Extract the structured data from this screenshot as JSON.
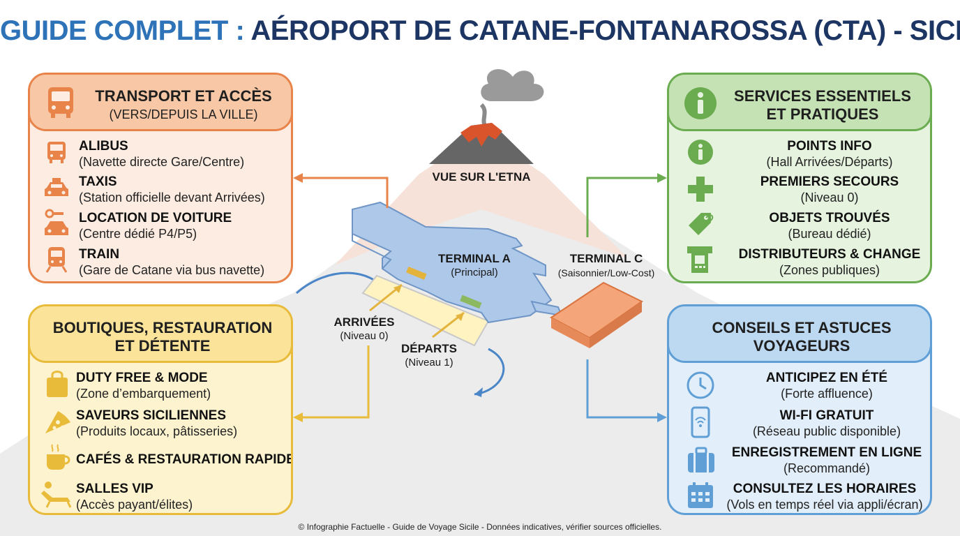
{
  "title": {
    "part1": "GUIDE COMPLET :",
    "part2": "AÉROPORT DE CATANE-FONTANAROSSA (CTA) - SICILE"
  },
  "transport": {
    "title": "TRANSPORT ET ACCÈS",
    "subtitle": "(VERS/DEPUIS LA VILLE)",
    "items": [
      {
        "name": "ALIBUS",
        "desc": "(Navette directe Gare/Centre)",
        "icon": "bus-icon"
      },
      {
        "name": "TAXIS",
        "desc": "(Station officielle devant Arrivées)",
        "icon": "taxi-icon"
      },
      {
        "name": "LOCATION DE VOITURE",
        "desc": "(Centre dédié P4/P5)",
        "icon": "car-key-icon"
      },
      {
        "name": "TRAIN",
        "desc": "(Gare de Catane via bus navette)",
        "icon": "train-icon"
      }
    ]
  },
  "services": {
    "title_line1": "SERVICES ESSENTIELS",
    "title_line2": "ET PRATIQUES",
    "items": [
      {
        "name": "POINTS INFO",
        "desc": "(Hall Arrivées/Départs)",
        "icon": "info-icon"
      },
      {
        "name": "PREMIERS SECOURS",
        "desc": "(Niveau 0)",
        "icon": "first-aid-icon"
      },
      {
        "name": "OBJETS TROUVÉS",
        "desc": "(Bureau dédié)",
        "icon": "tag-icon"
      },
      {
        "name": "DISTRIBUTEURS & CHANGE",
        "desc": "(Zones publiques)",
        "icon": "atm-icon"
      }
    ]
  },
  "shops": {
    "title_line1": "BOUTIQUES, RESTAURATION",
    "title_line2": "ET DÉTENTE",
    "items": [
      {
        "name": "DUTY FREE & MODE",
        "desc": "(Zone d’embarquement)",
        "icon": "shopping-bag-icon"
      },
      {
        "name": "SAVEURS SICILIENNES",
        "desc": "(Produits locaux, pâtisseries)",
        "icon": "pizza-icon"
      },
      {
        "name": "CAFÉS & RESTAURATION RAPIDE",
        "desc": "",
        "icon": "coffee-icon"
      },
      {
        "name": "SALLES VIP",
        "desc": "(Accès payant/élites)",
        "icon": "lounge-chair-icon"
      }
    ]
  },
  "tips": {
    "title_line1": "CONSEILS ET ASTUCES",
    "title_line2": "VOYAGEURS",
    "items": [
      {
        "name": "ANTICIPEZ EN ÉTÉ",
        "desc": "(Forte affluence)",
        "icon": "clock-icon"
      },
      {
        "name": "WI-FI GRATUIT",
        "desc": "(Réseau public disponible)",
        "icon": "wifi-phone-icon"
      },
      {
        "name": "ENREGISTREMENT EN LIGNE",
        "desc": "(Recommandé)",
        "icon": "luggage-icon"
      },
      {
        "name": "CONSULTEZ LES HORAIRES",
        "desc": "(Vols en temps réel via appli/écran)",
        "icon": "calendar-icon"
      }
    ]
  },
  "map": {
    "etna": "VUE SUR L'ETNA",
    "terminal_a": {
      "name": "TERMINAL A",
      "sub": "(Principal)"
    },
    "terminal_c": {
      "name": "TERMINAL C",
      "sub": "(Saisonnier/Low-Cost)"
    },
    "arrivees": {
      "name": "ARRIVÉES",
      "sub": "(Niveau 0)"
    },
    "departs": {
      "name": "DÉPARTS",
      "sub": "(Niveau 1)"
    }
  },
  "footer": "© Infographie Factuelle - Guide de Voyage Sicile - Données indicatives, vérifier sources officielles.",
  "colors": {
    "orange": "#e8834a",
    "orange_fill": "#fbe3d2",
    "green": "#6aac4f",
    "green_fill": "#dcefd3",
    "yellow": "#e8bb3a",
    "yellow_fill": "#fdf1c4",
    "blue": "#5f9fd6",
    "blue_fill": "#d7e8f7",
    "title_blue": "#2e72b8",
    "title_navy": "#1d3563"
  }
}
